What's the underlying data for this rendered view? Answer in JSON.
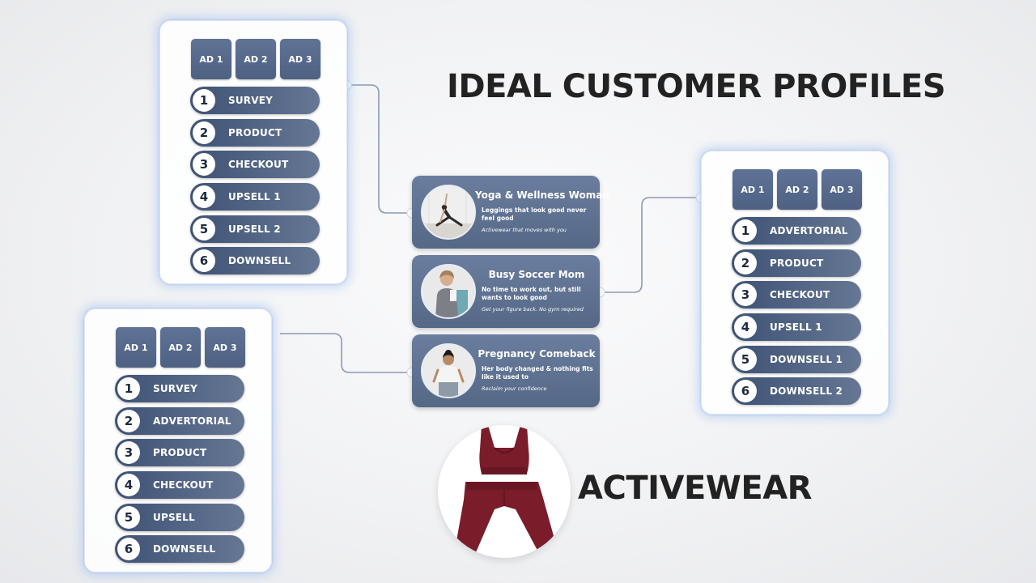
{
  "titles": {
    "main": "IDEAL CUSTOMER PROFILES",
    "product": "ACTIVEWEAR"
  },
  "colors": {
    "button": "#5f7396",
    "pill_dark": "#3e5275",
    "pill_light": "#667794",
    "card": "#6a7d9e",
    "glow": "#8cb4f0",
    "product": "#7a1c2a"
  },
  "funnels": [
    {
      "ads": [
        "AD 1",
        "AD 2",
        "AD 3"
      ],
      "steps": [
        {
          "num": "1",
          "label": "SURVEY"
        },
        {
          "num": "2",
          "label": "PRODUCT"
        },
        {
          "num": "3",
          "label": "CHECKOUT"
        },
        {
          "num": "4",
          "label": "UPSELL 1"
        },
        {
          "num": "5",
          "label": "UPSELL 2"
        },
        {
          "num": "6",
          "label": "DOWNSELL"
        }
      ]
    },
    {
      "ads": [
        "AD 1",
        "AD 2",
        "AD 3"
      ],
      "steps": [
        {
          "num": "1",
          "label": "ADVERTORIAL"
        },
        {
          "num": "2",
          "label": "PRODUCT"
        },
        {
          "num": "3",
          "label": "CHECKOUT"
        },
        {
          "num": "4",
          "label": "UPSELL 1"
        },
        {
          "num": "5",
          "label": "DOWNSELL 1"
        },
        {
          "num": "6",
          "label": "DOWNSELL 2"
        }
      ]
    },
    {
      "ads": [
        "AD 1",
        "AD 2",
        "AD 3"
      ],
      "steps": [
        {
          "num": "1",
          "label": "SURVEY"
        },
        {
          "num": "2",
          "label": "ADVERTORIAL"
        },
        {
          "num": "3",
          "label": "PRODUCT"
        },
        {
          "num": "4",
          "label": "CHECKOUT"
        },
        {
          "num": "5",
          "label": "UPSELL"
        },
        {
          "num": "6",
          "label": "DOWNSELL"
        }
      ]
    }
  ],
  "personas": [
    {
      "title": "Yoga & Wellness Woman",
      "pain": "Leggings that look good never feel good",
      "tagline": "Activewear that moves with you",
      "photo_icon": "yoga-woman-photo"
    },
    {
      "title": "Busy Soccer Mom",
      "pain": "No time to work out, but still wants to look good",
      "tagline": "Get your figure back. No gym required",
      "photo_icon": "soccer-mom-photo"
    },
    {
      "title": "Pregnancy Comeback",
      "pain": "Her body changed & nothing fits like it used to",
      "tagline": "Reclaim your confidence",
      "photo_icon": "pregnancy-woman-photo"
    }
  ]
}
